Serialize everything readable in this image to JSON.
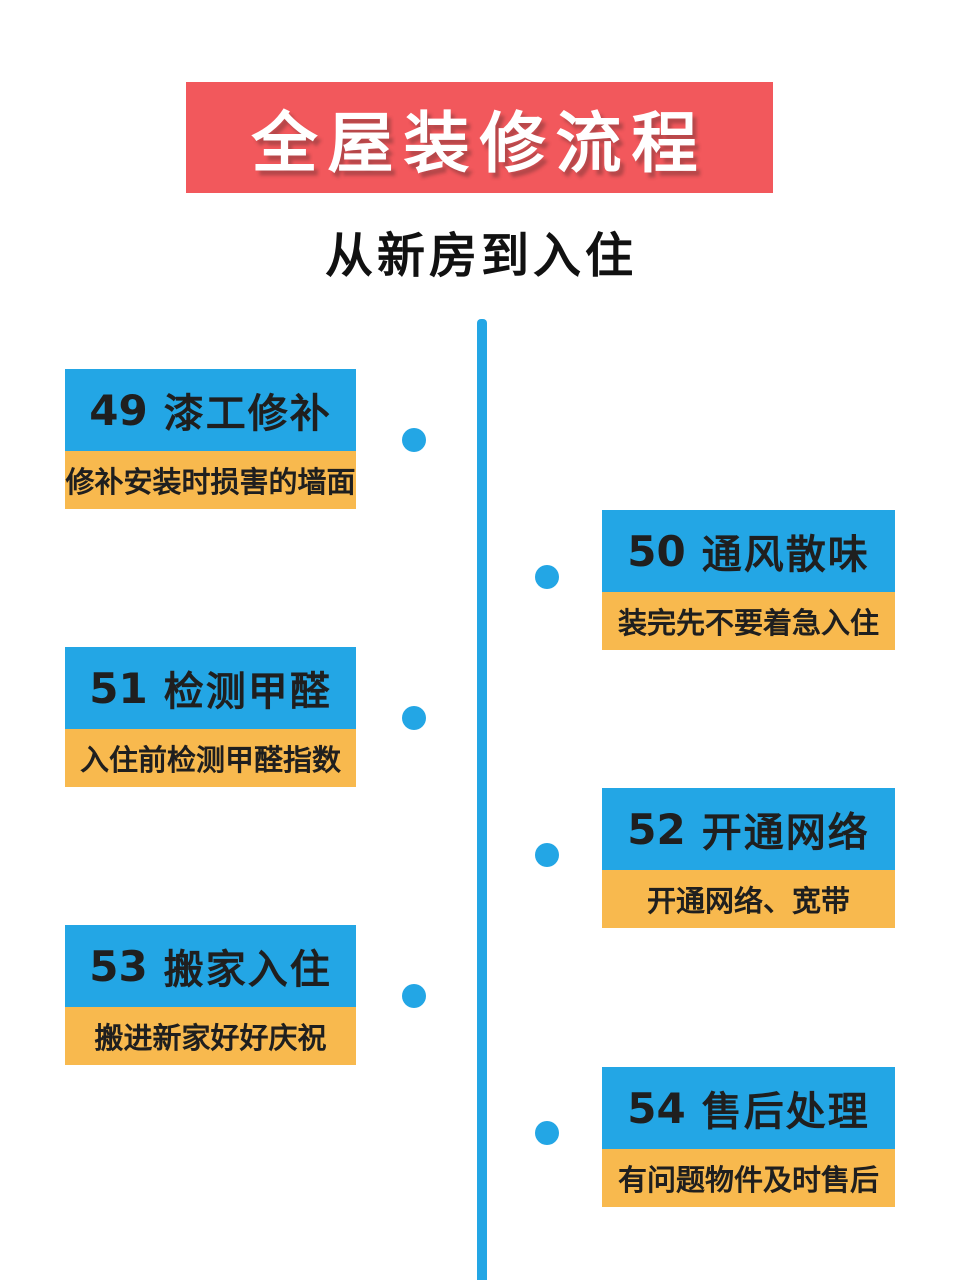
{
  "page": {
    "title": "全屋装修流程",
    "subtitle": "从新房到入住"
  },
  "colors": {
    "banner_red": "#f2585c",
    "primary_blue": "#23a6e5",
    "accent_orange": "#f8b94e",
    "text_dark": "#1f1f1f",
    "page_bg": "#ffffff"
  },
  "steps": [
    {
      "number": "49",
      "title": "漆工修补",
      "description": "修补安装时损害的墙面",
      "side": "left"
    },
    {
      "number": "50",
      "title": "通风散味",
      "description": "装完先不要着急入住",
      "side": "right"
    },
    {
      "number": "51",
      "title": "检测甲醛",
      "description": "入住前检测甲醛指数",
      "side": "left"
    },
    {
      "number": "52",
      "title": "开通网络",
      "description": "开通网络、宽带",
      "side": "right"
    },
    {
      "number": "53",
      "title": "搬家入住",
      "description": "搬进新家好好庆祝",
      "side": "left"
    },
    {
      "number": "54",
      "title": "售后处理",
      "description": "有问题物件及时售后",
      "side": "right"
    }
  ]
}
